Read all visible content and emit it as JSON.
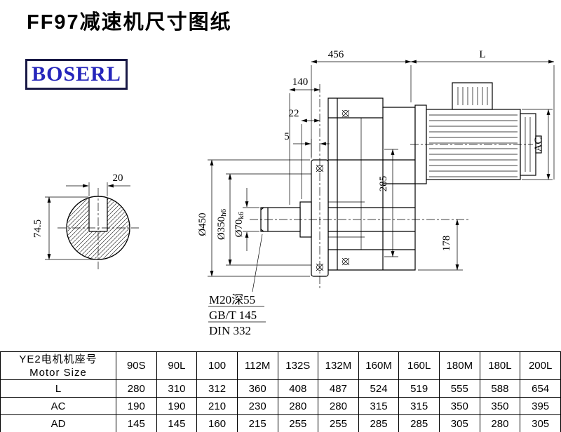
{
  "page": {
    "title": "FF97减速机尺寸图纸",
    "logo": "BOSERL"
  },
  "drawing": {
    "dims": {
      "d456": "456",
      "L": "L",
      "d140": "140",
      "d22": "22",
      "d5": "5",
      "ac": "AC",
      "d285": "285",
      "d178": "178",
      "dia450": "Ø450",
      "dia350": "Ø350",
      "dia350_tol": "h6",
      "dia70": "Ø70",
      "dia70_tol": "k6",
      "key_w": "20",
      "key_h": "74.5"
    },
    "notes": {
      "line1": "M20深55",
      "line2": "GB/T 145",
      "line3": "DIN 332"
    }
  },
  "table": {
    "header_cn": "YE2电机机座号",
    "header_en": "Motor Size",
    "sizes": [
      "90S",
      "90L",
      "100",
      "112M",
      "132S",
      "132M",
      "160M",
      "160L",
      "180M",
      "180L",
      "200L"
    ],
    "rows": [
      {
        "label": "L",
        "values": [
          "280",
          "310",
          "312",
          "360",
          "408",
          "487",
          "524",
          "519",
          "555",
          "588",
          "654"
        ]
      },
      {
        "label": "AC",
        "values": [
          "190",
          "190",
          "210",
          "230",
          "280",
          "280",
          "315",
          "315",
          "350",
          "350",
          "395"
        ]
      },
      {
        "label": "AD",
        "values": [
          "145",
          "145",
          "160",
          "215",
          "255",
          "255",
          "285",
          "285",
          "305",
          "280",
          "305"
        ]
      }
    ]
  }
}
